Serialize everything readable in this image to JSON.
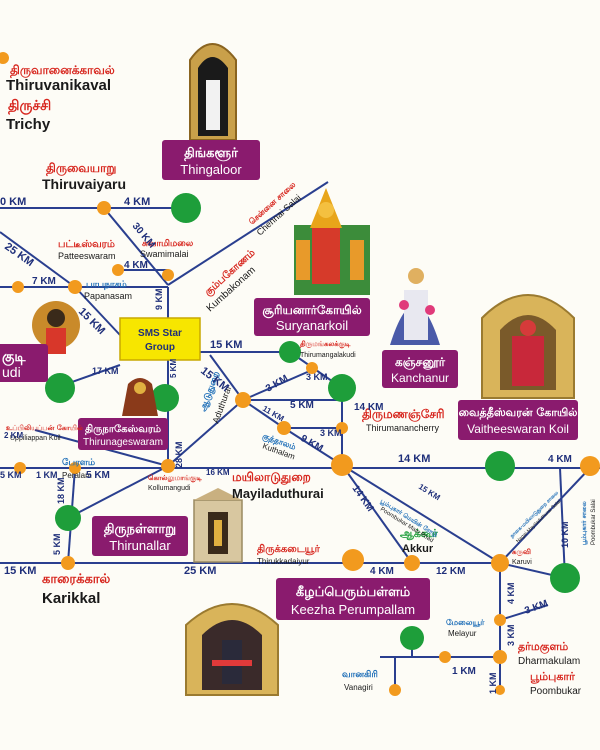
{
  "colors": {
    "road": "#2a3f8f",
    "junction": "#f29a1e",
    "temple_dot": "#1e9e3a",
    "tamil_label": "#d7261e",
    "english_label": "#1a1a1a",
    "km_label": "#1f2f7a",
    "tag_bg": "#8a1b6e",
    "tag_text": "#ffffff",
    "hotel_bg": "#f7e600",
    "small_label": "#1f6fb8"
  },
  "hotel": {
    "line1": "SMS Star",
    "line2": "Group"
  },
  "tags": [
    {
      "id": "thingaloor",
      "ta": "திங்களூர்",
      "en": "Thingaloor"
    },
    {
      "id": "suryanarkoil",
      "ta": "சூரியனார்கோயில்",
      "en": "Suryanarkoil"
    },
    {
      "id": "kanchanur",
      "ta": "கஞ்சனூர்",
      "en": "Kanchanur"
    },
    {
      "id": "vaitheeswaran",
      "ta": "வைத்தீஸ்வரன் கோயில்",
      "en": "Vaitheeswaran Koil"
    },
    {
      "id": "alangudi",
      "ta": "குடி",
      "en": "udi"
    },
    {
      "id": "thirunageswaram",
      "ta": "திருநாகேஸ்வரம்",
      "en": "Thirunageswaram"
    },
    {
      "id": "thirunallar",
      "ta": "திருநள்ளாறு",
      "en": "Thirunallar"
    },
    {
      "id": "keezha",
      "ta": "கீழப்பெரும்பள்ளம்",
      "en": "Keezha Perumpallam"
    }
  ],
  "places": [
    {
      "id": "thiruvanaikaval",
      "ta": "திருவானைக்காவல்",
      "en": "Thiruvanikaval"
    },
    {
      "id": "trichy",
      "ta": "திருச்சி",
      "en": "Trichy"
    },
    {
      "id": "thiruvaiyaru",
      "ta": "திருவையாறு",
      "en": "Thiruvaiyaru"
    },
    {
      "id": "patteeswaram",
      "ta": "பட்டீஸ்வரம்",
      "en": "Patteeswaram"
    },
    {
      "id": "swamimalai",
      "ta": "சுவாமிமலை",
      "en": "Swamimalai"
    },
    {
      "id": "papanasam",
      "ta": "பாபநாசம்",
      "en": "Papanasam"
    },
    {
      "id": "kumbakonam",
      "ta": "கும்பகோணம்",
      "en": "Kumbakonam"
    },
    {
      "id": "chennai_salai",
      "ta": "சென்னை சாலை",
      "en": "Chennai Salai"
    },
    {
      "id": "thirumangalakudi",
      "ta": "திருமங்கலக்குடி",
      "en": "Thirumangalakudi"
    },
    {
      "id": "aduthurai",
      "ta": "ஆடுதுறை",
      "en": "Aduthurai"
    },
    {
      "id": "kuthalam",
      "ta": "குத்தாலம்",
      "en": "Kuthalam"
    },
    {
      "id": "thirumananjeri",
      "ta": "திருமணஞ்சேரி",
      "en": "Thirumanancherry"
    },
    {
      "id": "uppiliappan",
      "ta": "உப்பிலியப்பன் கோயில்",
      "en": "Uppiliappan Koil"
    },
    {
      "id": "peralam",
      "ta": "பேரளம்",
      "en": "Peralam"
    },
    {
      "id": "kollumangudi",
      "ta": "கொல்லுமாங்குடி",
      "en": "Kollumangudi"
    },
    {
      "id": "mayiladuthurai",
      "ta": "மயிலாடுதுறை",
      "en": "Mayiladuthurai"
    },
    {
      "id": "thirukkadaiyur",
      "ta": "திருக்கடையூர்",
      "en": "Thirukkadaiyur"
    },
    {
      "id": "karaikal",
      "ta": "காரைக்கால்",
      "en": "Karikkal"
    },
    {
      "id": "akkur",
      "ta": "ஆக்கூர்",
      "en": "Akkur"
    },
    {
      "id": "karuvi",
      "ta": "கருவி",
      "en": "Karuvi"
    },
    {
      "id": "melayur",
      "ta": "மேலையூர்",
      "en": "Melayur"
    },
    {
      "id": "dharmakulam",
      "ta": "தர்மகுளம்",
      "en": "Dharmakulam"
    },
    {
      "id": "poombukar",
      "ta": "பூம்புகார்",
      "en": "Poombukar"
    },
    {
      "id": "vanagiri",
      "ta": "வானகிரி",
      "en": "Vanagiri"
    },
    {
      "id": "poombuhar_main",
      "ta": "பூம்புகார் மெயின் ரோடு",
      "en": "Poombukar Main Road"
    },
    {
      "id": "nagai_salai",
      "ta": "நாகை-மயிலாடுதுறை சாலை",
      "en": "Nagai-Mayiladuthurai Salai"
    },
    {
      "id": "poombukar_salai",
      "ta": "பூம்புகார் சாலை",
      "en": "Poombukar Salai"
    }
  ],
  "distances": {
    "d1": "0 KM",
    "d2": "4 KM",
    "d3": "25 KM",
    "d4": "30 KM",
    "d5": "4 KM",
    "d6": "7 KM",
    "d7": "9 KM",
    "d8": "15 KM",
    "d9": "15 KM",
    "d10": "17 KM",
    "d11": "5 KM",
    "d12": "15 KM",
    "d13": "3 KM",
    "d14": "3 KM",
    "d15": "5 KM",
    "d16": "11 KM",
    "d17": "14 KM",
    "d18": "3 KM",
    "d19": "9 KM",
    "d20": "2 KM",
    "d21": "28 KM",
    "d22": "16 KM",
    "d23": "1 KM",
    "d24": "5 KM",
    "d25": "5 KM",
    "d26": "18 KM",
    "d27": "14 KM",
    "d28": "4 KM",
    "d29": "15 KM",
    "d30": "14 KM",
    "d31": "5 KM",
    "d32": "15 KM",
    "d33": "25 KM",
    "d34": "4 KM",
    "d35": "12 KM",
    "d36": "10 KM",
    "d37": "4 KM",
    "d38": "3 KM",
    "d39": "3 KM",
    "d40": "1 KM",
    "d41": "1 KM"
  }
}
